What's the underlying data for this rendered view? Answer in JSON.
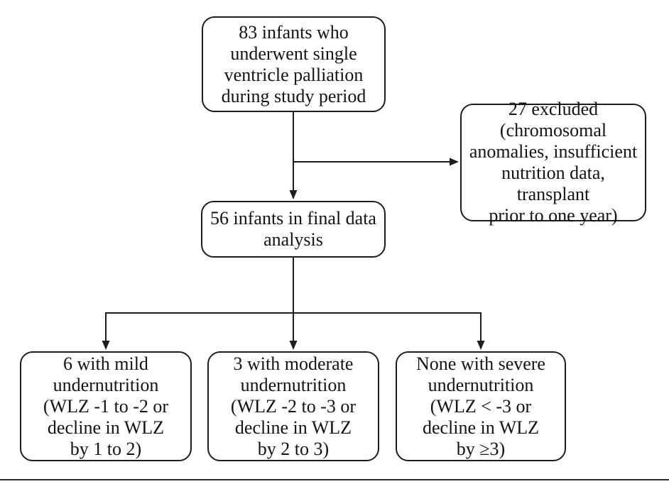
{
  "figure": {
    "type": "flowchart",
    "title": "Study enrollment flow diagram",
    "colors": {
      "background": "#ffffff",
      "box_border": "#1d1d1d",
      "line": "#1d1d1d",
      "text": "#131313",
      "bottom_rule": "#2d2d2d"
    },
    "nodes": {
      "enrolled": {
        "lines": [
          "83 infants who",
          "underwent single",
          "ventricle palliation",
          "during study period"
        ]
      },
      "excluded": {
        "lines": [
          "27 excluded",
          "(chromosomal",
          "anomalies, insufficient",
          "nutrition data, transplant",
          "prior to one year)"
        ]
      },
      "final_analysis": {
        "lines": [
          "56 infants in final data",
          "analysis"
        ]
      },
      "mild": {
        "lines": [
          "6 with mild",
          "undernutrition",
          "(WLZ -1 to -2 or",
          "decline in WLZ",
          "by 1 to 2)"
        ]
      },
      "moderate": {
        "lines": [
          "3 with moderate",
          "undernutrition",
          "(WLZ -2 to -3 or",
          "decline in WLZ",
          "by 2 to 3)"
        ]
      },
      "severe": {
        "lines": [
          "None with severe",
          "undernutrition",
          "(WLZ < -3 or",
          "decline in WLZ",
          "by ≥3)"
        ]
      }
    },
    "edges": [
      {
        "from": "enrolled",
        "to": "final_analysis"
      },
      {
        "from": "enrolled",
        "to": "excluded"
      },
      {
        "from": "final_analysis",
        "to": "mild"
      },
      {
        "from": "final_analysis",
        "to": "moderate"
      },
      {
        "from": "final_analysis",
        "to": "severe"
      }
    ]
  }
}
